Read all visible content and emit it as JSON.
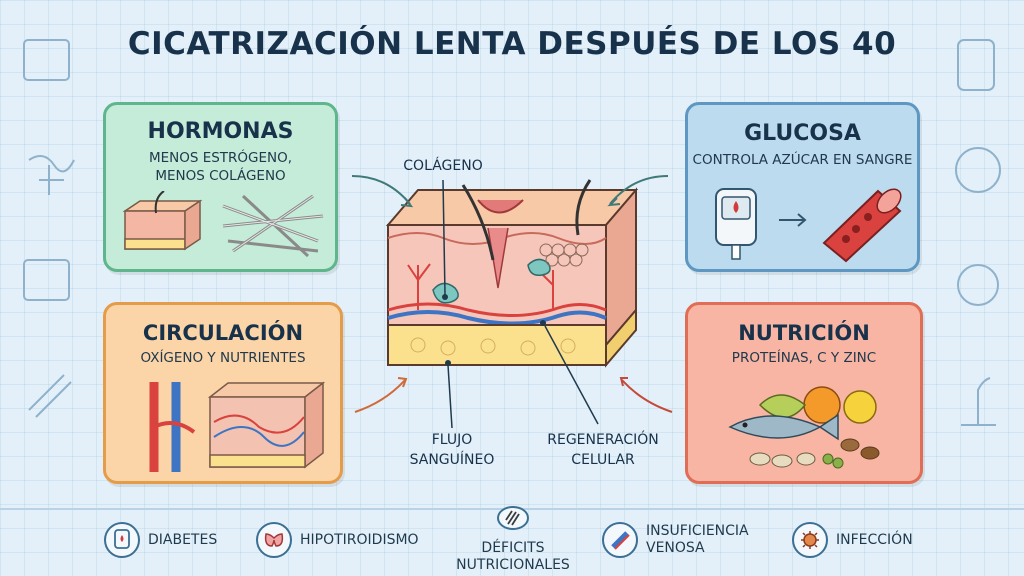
{
  "title": "CICATRIZACIÓN LENTA DESPUÉS DE LOS 40",
  "cards": {
    "hormonas": {
      "title": "HORMONAS",
      "line1": "MENOS ESTRÓGENO,",
      "line2": "MENOS COLÁGENO"
    },
    "glucosa": {
      "title": "GLUCOSA",
      "line1": "CONTROLA AZÚCAR EN SANGRE"
    },
    "circulacion": {
      "title": "CIRCULACIÓN",
      "line1": "OXÍGENO Y NUTRIENTES"
    },
    "nutricion": {
      "title": "NUTRICIÓN",
      "line1": "PROTEÍNAS, C Y ZINC"
    }
  },
  "center": {
    "colageno": "COLÁGENO",
    "flujo_1": "FLUJO",
    "flujo_2": "SANGUÍNEO",
    "regen_1": "REGENERACIÓN",
    "regen_2": "CELULAR"
  },
  "bottom": [
    {
      "line1": "DIABETES",
      "line2": "",
      "icon": "glucometer-icon"
    },
    {
      "line1": "HIPOTIROIDISMO",
      "line2": "",
      "icon": "thyroid-icon"
    },
    {
      "line1": "DÉFICITS",
      "line2": "NUTRICIONALES",
      "icon": "scratch-icon"
    },
    {
      "line1": "INSUFICIENCIA",
      "line2": "VENOSA",
      "icon": "vein-icon"
    },
    {
      "line1": "INFECCIÓN",
      "line2": "",
      "icon": "bacteria-icon"
    }
  ],
  "colors": {
    "green": "#c5ecd8",
    "blue": "#bcdbef",
    "orange": "#fbd5a7",
    "red": "#f8b5a3"
  }
}
